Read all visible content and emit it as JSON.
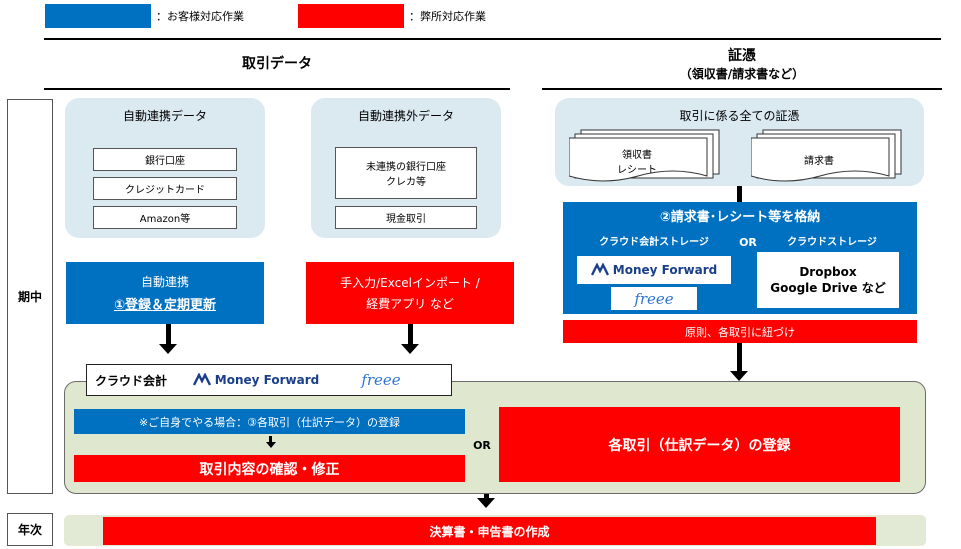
{
  "legend": {
    "customer_label": "：お客様対応作業",
    "office_label": "：弊所対応作業",
    "customer_color": "#0070c0",
    "office_color": "#ff0000"
  },
  "headers": {
    "transactions": "取引データ",
    "evidence_title": "証憑",
    "evidence_sub": "（領収書/請求書など）"
  },
  "auto_data": {
    "title": "自動連携データ",
    "items": [
      "銀行口座",
      "クレジットカード",
      "Amazon等"
    ]
  },
  "non_auto_data": {
    "title": "自動連携外データ",
    "item1_line1": "未連携の銀行口座",
    "item1_line2": "クレカ等",
    "item2": "現金取引"
  },
  "evidence_all": {
    "title": "取引に係る全ての証憑",
    "doc1_line1": "領収書",
    "doc1_line2": "レシート",
    "doc2": "請求書"
  },
  "auto_link_box": {
    "line1": "自動連携",
    "line2": "①登録＆定期更新"
  },
  "manual_box": {
    "line1": "手入力/Excelインポート /",
    "line2": "経費アプリ など"
  },
  "storage_box": {
    "title": "②請求書･レシート等を格納",
    "cloud_storage": "クラウド会計ストレージ",
    "or": "OR",
    "cloud_drive": "クラウドストレージ",
    "drive_line1": "Dropbox",
    "drive_line2": "Google Drive など"
  },
  "tie_box": "原則、各取引に紐づけ",
  "cloud_accounting": {
    "label": "クラウド会計",
    "self_entry": "※ご自身でやる場合：③各取引（仕訳データ）の登録",
    "confirm": "取引内容の確認・修正",
    "or": "OR",
    "register": "各取引（仕訳データ）の登録"
  },
  "logos": {
    "moneyforward": "Money Forward",
    "freee": "freee"
  },
  "periods": {
    "midterm": "期中",
    "yearend": "年次"
  },
  "yearend_task": "決算書・申告書の作成"
}
